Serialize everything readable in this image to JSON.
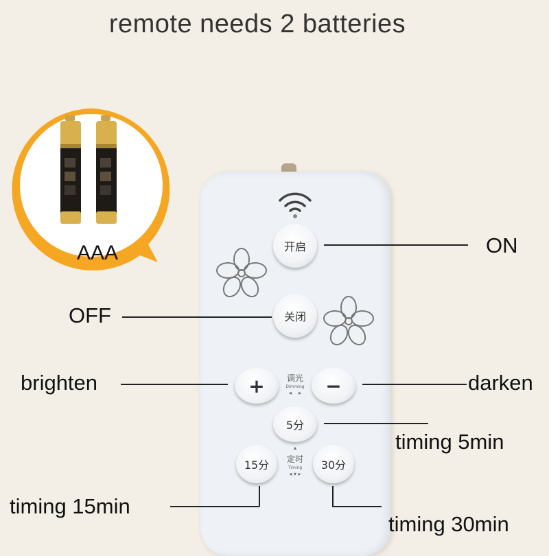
{
  "title": "remote needs 2 batteries",
  "battery": {
    "type_label": "AAA",
    "count": 2,
    "badge_color": "#f5a623"
  },
  "remote": {
    "buttons": {
      "on": "开启",
      "off": "关闭",
      "plus": "+",
      "minus": "−",
      "t5": "5分",
      "t15": "15分",
      "t30": "30分"
    },
    "dimming_cn": "调光",
    "dimming_en": "Dimming",
    "timing_cn": "定时",
    "timing_en": "Timing"
  },
  "callouts": {
    "on": "ON",
    "off": "OFF",
    "brighten": "brighten",
    "darken": "darken",
    "timing_5": "timing 5min",
    "timing_15": "timing 15min",
    "timing_30": "timing 30min"
  }
}
